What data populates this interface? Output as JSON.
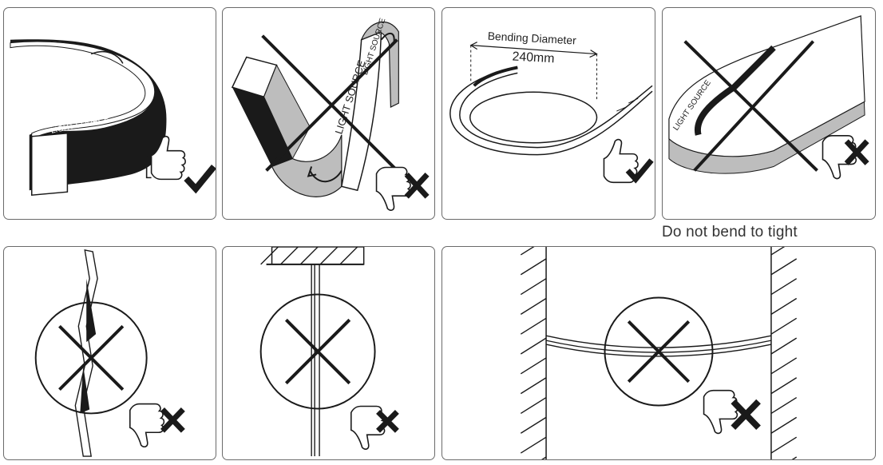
{
  "panels": {
    "p1": {
      "strip_label": "LIGHT SOURCE",
      "strip_label_top": "LIGHT SOURCE"
    },
    "p2": {
      "strip_label": "LIGHT SOURCE",
      "strip_label_top": "LIGHT SOURCE"
    },
    "p3": {
      "dimension_label": "Bending Diameter",
      "dimension_value": "240mm"
    },
    "p4": {
      "strip_label": "LIGHT SOURCE"
    }
  },
  "caption": "Do not bend to tight",
  "icons": [
    "thumbs-up-icon",
    "check-icon",
    "thumbs-down-icon",
    "cross-icon"
  ],
  "colors": {
    "ink": "#1a1a1a",
    "frame": "#6a6a6a",
    "side_gray": "#bdbdbd"
  }
}
